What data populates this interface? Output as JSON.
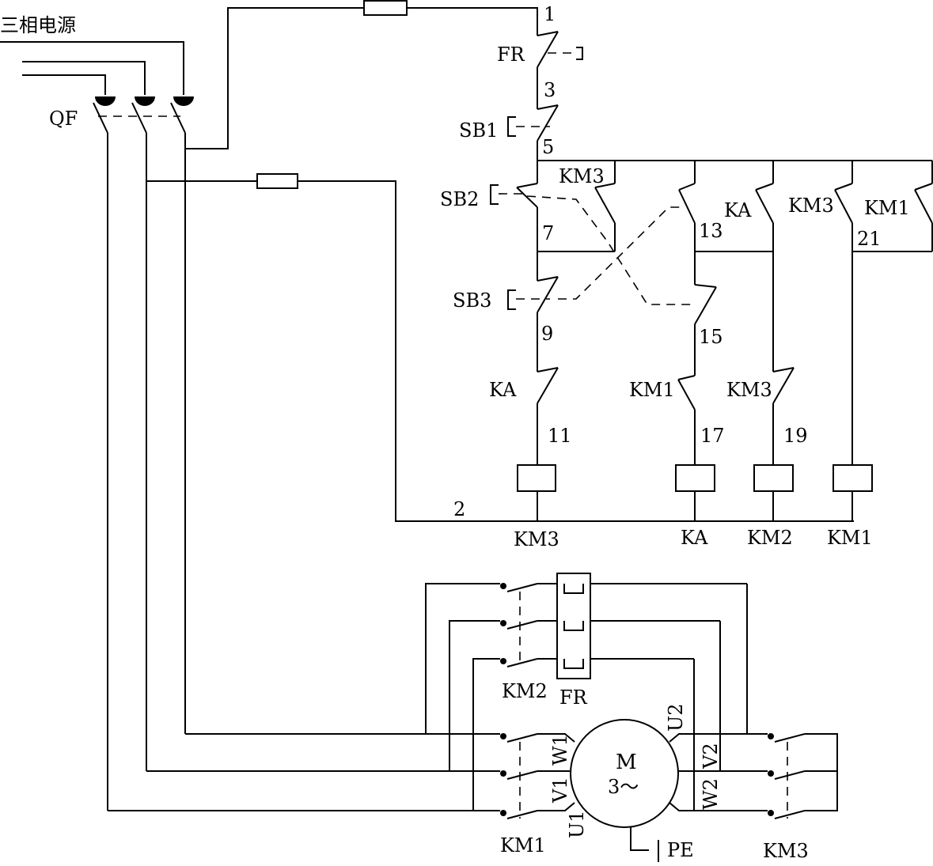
{
  "diagram": {
    "supply_label": "三相电源",
    "breaker": "QF",
    "control_labels": {
      "FR": "FR",
      "SB1": "SB1",
      "SB2": "SB2",
      "SB3": "SB3",
      "KM3_holding": "KM3",
      "KA_contact_top": "KA",
      "KM3_contact_top": "KM3",
      "KM1_contact_top": "KM1",
      "KA_contact_mid": "KA",
      "KM1_contact_mid": "KM1",
      "KM3_contact_mid": "KM3"
    },
    "nodes": [
      "1",
      "3",
      "5",
      "7",
      "9",
      "11",
      "13",
      "15",
      "17",
      "19",
      "21",
      "2"
    ],
    "coils": [
      "KM3",
      "KA",
      "KM2",
      "KM1"
    ],
    "power_labels": {
      "KM2": "KM2",
      "FR": "FR",
      "KM1": "KM1",
      "KM3": "KM3",
      "PE": "PE"
    },
    "motor": {
      "name": "M",
      "phase": "3～",
      "terminals": [
        "U1",
        "V1",
        "W1",
        "U2",
        "V2",
        "W2"
      ]
    }
  }
}
